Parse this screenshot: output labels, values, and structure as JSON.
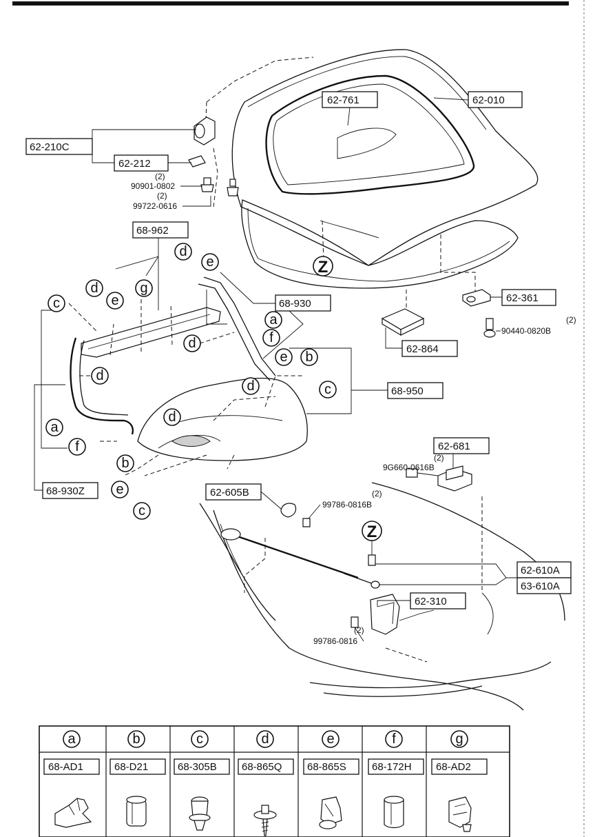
{
  "labels": {
    "p62_010": "62-010",
    "p62_761": "62-761",
    "p62_210C": "62-210C",
    "p62_212": "62-212",
    "b90901": "90901-0802",
    "b99722": "99722-0616",
    "q2": "(2)",
    "p68_962": "68-962",
    "p68_930": "68-930",
    "p68_950": "68-950",
    "p68_930Z": "68-930Z",
    "p62_361": "62-361",
    "b90440": "90440-0820B",
    "p62_864": "62-864",
    "p62_681": "62-681",
    "b9G660": "9G660-0616B",
    "p62_605B": "62-605B",
    "b99786B": "99786-0816B",
    "p62_610A": "62-610A",
    "p63_610A": "63-610A",
    "p62_310": "62-310",
    "b99786": "99786-0816"
  },
  "callouts": {
    "a": "a",
    "b": "b",
    "c": "c",
    "d": "d",
    "e": "e",
    "f": "f",
    "g": "g",
    "z": "Z"
  },
  "legend": {
    "columns": [
      {
        "letter": "a",
        "part": "68-AD1"
      },
      {
        "letter": "b",
        "part": "68-D21"
      },
      {
        "letter": "c",
        "part": "68-305B"
      },
      {
        "letter": "d",
        "part": "68-865Q"
      },
      {
        "letter": "e",
        "part": "68-865S"
      },
      {
        "letter": "f",
        "part": "68-172H"
      },
      {
        "letter": "g",
        "part": "68-AD2"
      }
    ]
  }
}
